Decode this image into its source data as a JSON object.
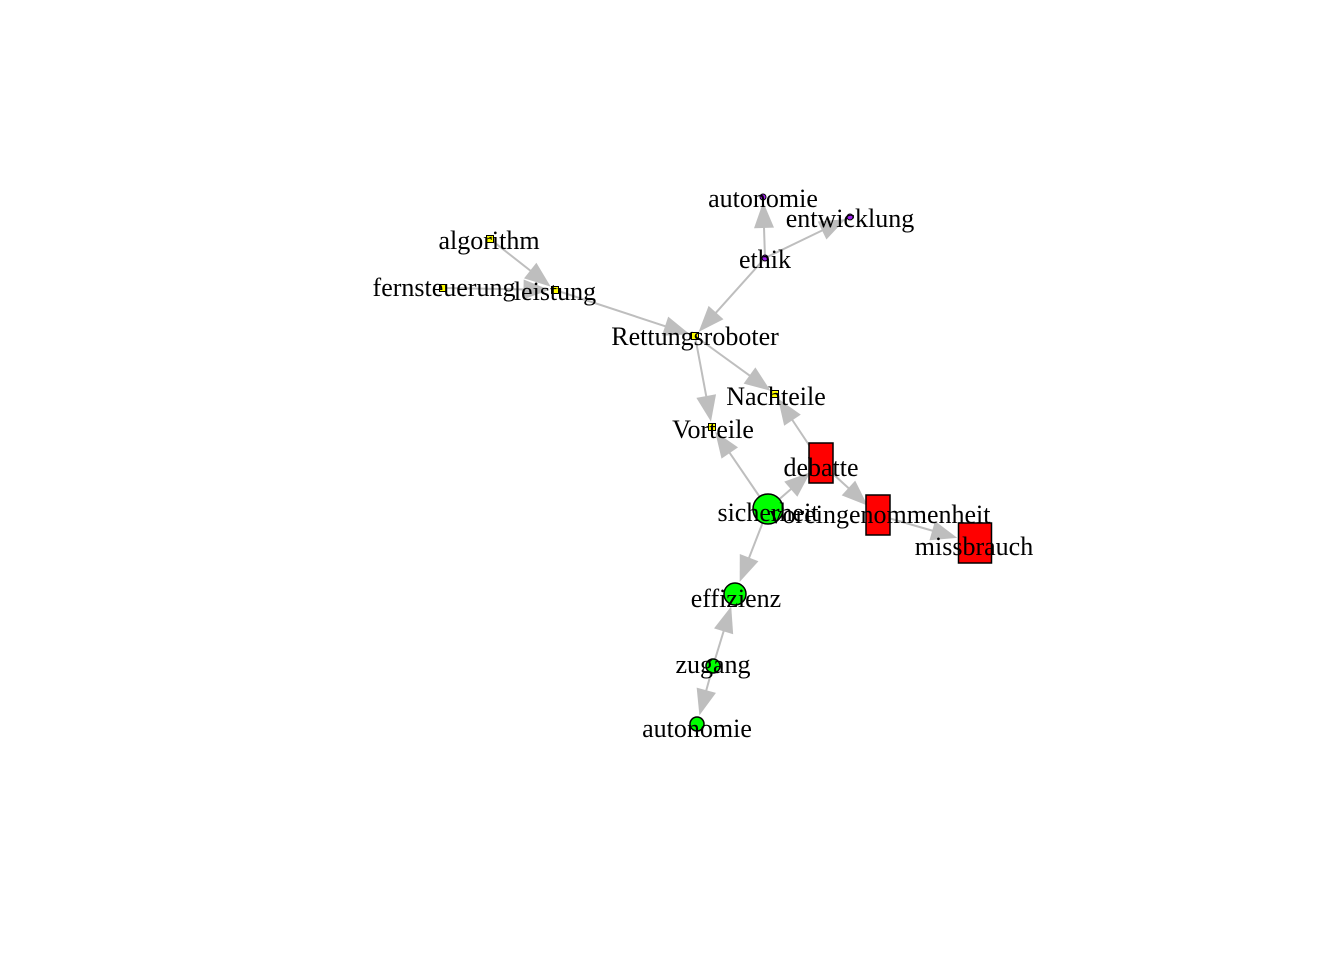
{
  "graph": {
    "edge_color": "#bebebe",
    "nodes": [
      {
        "id": "rettungsroboter",
        "label": "Rettungsroboter",
        "shape": "square",
        "size": "tiny",
        "color": "#ffff00"
      },
      {
        "id": "nachteile",
        "label": "Nachteile",
        "shape": "square",
        "size": "tiny",
        "color": "#ffff00"
      },
      {
        "id": "vorteile",
        "label": "Vorteile",
        "shape": "square",
        "size": "tiny",
        "color": "#ffff00"
      },
      {
        "id": "leistung",
        "label": "leistung",
        "shape": "square",
        "size": "tiny",
        "color": "#ffff00"
      },
      {
        "id": "algorithm",
        "label": "algorithm",
        "shape": "square",
        "size": "tiny",
        "color": "#ffff00"
      },
      {
        "id": "fernsteuerung",
        "label": "fernsteuerung",
        "shape": "square",
        "size": "tiny",
        "color": "#ffff00"
      },
      {
        "id": "ethik",
        "label": "ethik",
        "shape": "circle",
        "size": "tiny",
        "color": "#a020f0"
      },
      {
        "id": "autonomie_ethik",
        "label": "autonomie",
        "shape": "circle",
        "size": "tiny",
        "color": "#a020f0"
      },
      {
        "id": "entwicklung",
        "label": "entwicklung",
        "shape": "circle",
        "size": "tiny",
        "color": "#a020f0"
      },
      {
        "id": "debatte",
        "label": "debatte",
        "shape": "rectangle",
        "size": "medium",
        "color": "#ff0000"
      },
      {
        "id": "voreingenommenheit",
        "label": "voreingenommenheit",
        "shape": "rectangle",
        "size": "medium",
        "color": "#ff0000"
      },
      {
        "id": "missbrauch",
        "label": "missbrauch",
        "shape": "rectangle",
        "size": "large",
        "color": "#ff0000"
      },
      {
        "id": "sicherheit",
        "label": "sicherheit",
        "shape": "circle",
        "size": "large",
        "color": "#00ff00"
      },
      {
        "id": "effizienz",
        "label": "effizienz",
        "shape": "circle",
        "size": "medium",
        "color": "#00ff00"
      },
      {
        "id": "zugang",
        "label": "zugang",
        "shape": "circle",
        "size": "small",
        "color": "#00ff00"
      },
      {
        "id": "autonomie_green",
        "label": "autonomie",
        "shape": "circle",
        "size": "small",
        "color": "#00ff00"
      }
    ],
    "edges": [
      {
        "from": "algorithm",
        "to": "leistung"
      },
      {
        "from": "fernsteuerung",
        "to": "leistung"
      },
      {
        "from": "leistung",
        "to": "rettungsroboter"
      },
      {
        "from": "ethik",
        "to": "rettungsroboter"
      },
      {
        "from": "ethik",
        "to": "autonomie_ethik"
      },
      {
        "from": "ethik",
        "to": "entwicklung"
      },
      {
        "from": "rettungsroboter",
        "to": "nachteile"
      },
      {
        "from": "rettungsroboter",
        "to": "vorteile"
      },
      {
        "from": "debatte",
        "to": "nachteile"
      },
      {
        "from": "debatte",
        "to": "voreingenommenheit"
      },
      {
        "from": "voreingenommenheit",
        "to": "missbrauch"
      },
      {
        "from": "sicherheit",
        "to": "vorteile"
      },
      {
        "from": "sicherheit",
        "to": "debatte"
      },
      {
        "from": "sicherheit",
        "to": "effizienz"
      },
      {
        "from": "zugang",
        "to": "effizienz"
      },
      {
        "from": "zugang",
        "to": "autonomie_green"
      }
    ]
  }
}
